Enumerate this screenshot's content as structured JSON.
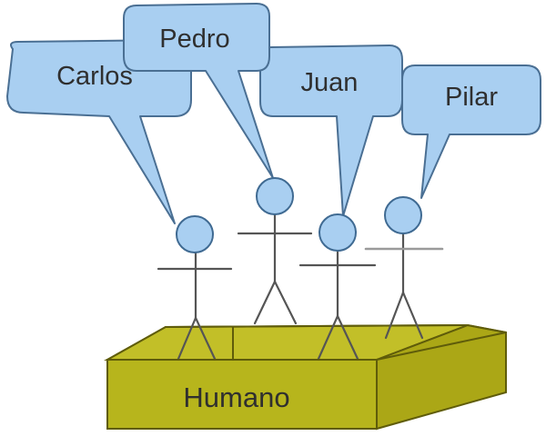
{
  "figures": [
    {
      "id": "carlos",
      "name": "Carlos"
    },
    {
      "id": "pedro",
      "name": "Pedro"
    },
    {
      "id": "juan",
      "name": "Juan"
    },
    {
      "id": "pilar",
      "name": "Pilar"
    }
  ],
  "box": {
    "label": "Humano"
  },
  "colors": {
    "bubble_fill": "#a9cff1",
    "bubble_stroke": "#4a6f93",
    "head_fill": "#a9cff1",
    "head_stroke": "#3f6a92",
    "box_front": "#b7b51c",
    "box_top": "#c2bf28",
    "box_side": "#aba716",
    "box_inner": "#9d9a16",
    "box_stroke": "#5f5c0a",
    "line": "#555555",
    "arm_pilar": "#9a9a9a",
    "text": "#2f2f2f"
  }
}
